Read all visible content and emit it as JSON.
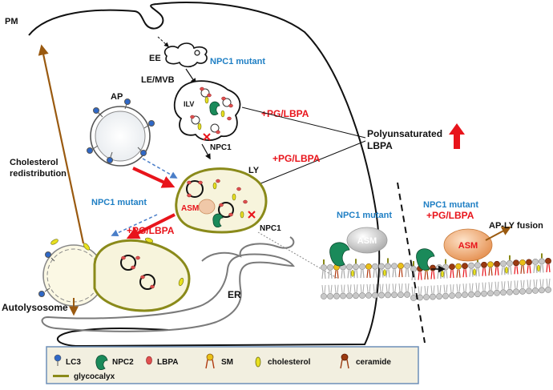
{
  "labels": {
    "pm": "PM",
    "ee": "EE",
    "le_mvb": "LE/MVB",
    "ilv": "ILV",
    "npc1_mutant_top": "NPC1 mutant",
    "pg_lbpa_top": "+PG/LBPA",
    "npc1_le": "NPC1",
    "poly_line1": "Polyunsaturated",
    "poly_line2": "LBPA",
    "pg_lbpa_ly": "+PG/LBPA",
    "ly": "LY",
    "ap": "AP",
    "asm_ly": "ASM",
    "npc1_ly": "NPC1",
    "chol_line1": "Cholesterol",
    "chol_line2": "redistribution",
    "npc1_mutant_left": "NPC1 mutant",
    "pg_lbpa_left": "+PG/LBPA",
    "autolysosome": "Autolysosome",
    "er": "ER",
    "membrane_left_title": "NPC1 mutant",
    "asm_left": "ASM",
    "membrane_right_title": "NPC1 mutant",
    "pg_lbpa_right": "+PG/LBPA",
    "asm_right": "ASM",
    "ap_ly_fusion": "AP-LY fusion"
  },
  "legend": {
    "items": [
      {
        "label": "LC3",
        "icon": "lc3-icon"
      },
      {
        "label": "NPC2",
        "icon": "npc2-icon"
      },
      {
        "label": "LBPA",
        "icon": "lbpa-icon"
      },
      {
        "label": "SM",
        "icon": "sm-icon"
      },
      {
        "label": "cholesterol",
        "icon": "cholesterol-icon"
      },
      {
        "label": "ceramide",
        "icon": "ceramide-icon"
      }
    ],
    "glycocalyx": "glycocalyx"
  },
  "colors": {
    "blue_text": "#1f7fc4",
    "red_text": "#e8141b",
    "brown_arrow": "#9a5a10",
    "olive_membrane": "#8a8a1a",
    "lumen": "#f7f4dc",
    "npc2": "#1a8a5a",
    "lbpa": "#e05050",
    "legend_bg": "#f2efe0",
    "legend_border": "#6d8fb8"
  }
}
